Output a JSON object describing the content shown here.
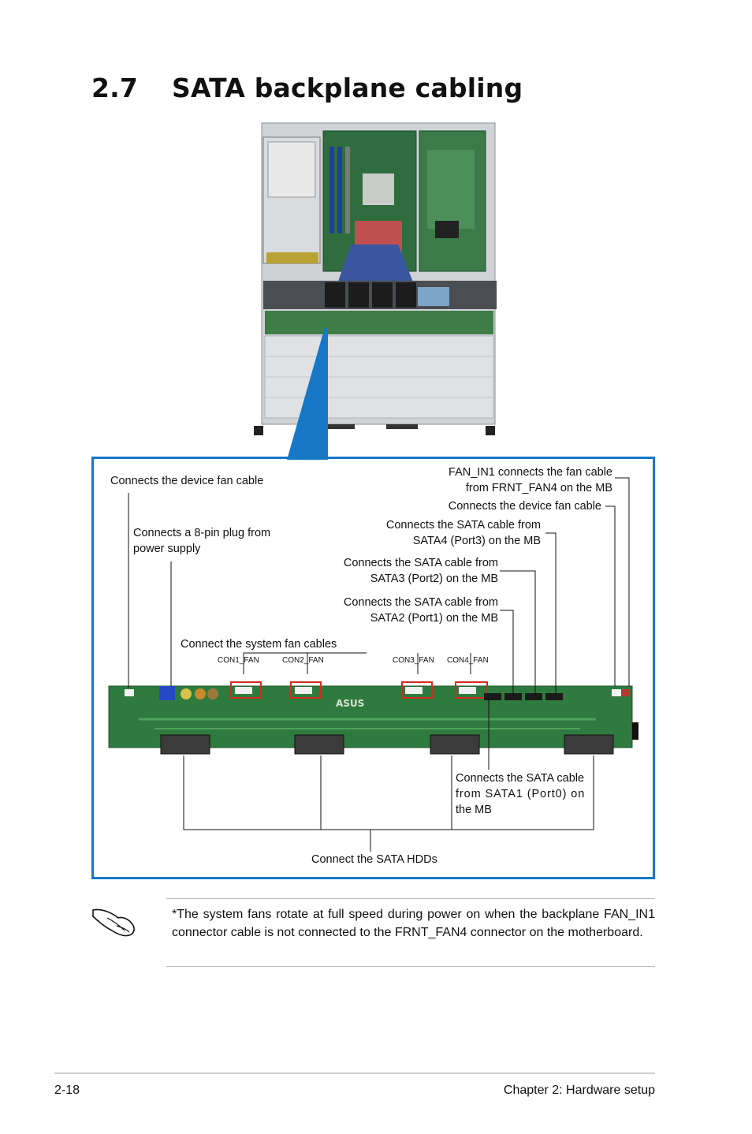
{
  "section": {
    "number": "2.7",
    "title": "SATA backplane cabling"
  },
  "callouts": {
    "device_fan_left": "Connects the device fan cable",
    "power_plug": [
      "Connects a 8-pin plug from",
      "power supply"
    ],
    "fan_in1": [
      "FAN_IN1 connects the fan cable",
      "from FRNT_FAN4 on the MB"
    ],
    "device_fan_right": "Connects the device fan cable",
    "sata4": [
      "Connects the SATA cable from",
      "SATA4 (Port3) on the MB"
    ],
    "sata3": [
      "Connects the SATA cable from",
      "SATA3 (Port2) on the MB"
    ],
    "sata2": [
      "Connects the SATA cable from",
      "SATA2 (Port1) on the MB"
    ],
    "system_fans": "Connect the system fan cables",
    "sata1": [
      "Connects the SATA cable",
      "from SATA1 (Port0) on",
      "the MB"
    ],
    "sata_hdds": "Connect the SATA HDDs"
  },
  "connectors": [
    "CON1_FAN",
    "CON2_FAN",
    "CON3_FAN",
    "CON4_FAN"
  ],
  "board_brand": "ASUS",
  "note": "*The system fans rotate at full speed during power on when the backplane FAN_IN1 connector cable is not connected to the FRNT_FAN4 connector on the motherboard.",
  "footer": {
    "page": "2-18",
    "chapter": "Chapter 2:  Hardware setup"
  },
  "colors": {
    "accent_blue": "#1778c8",
    "pcb_green": "#2f7a3e",
    "highlight_red": "#d42a1e"
  }
}
